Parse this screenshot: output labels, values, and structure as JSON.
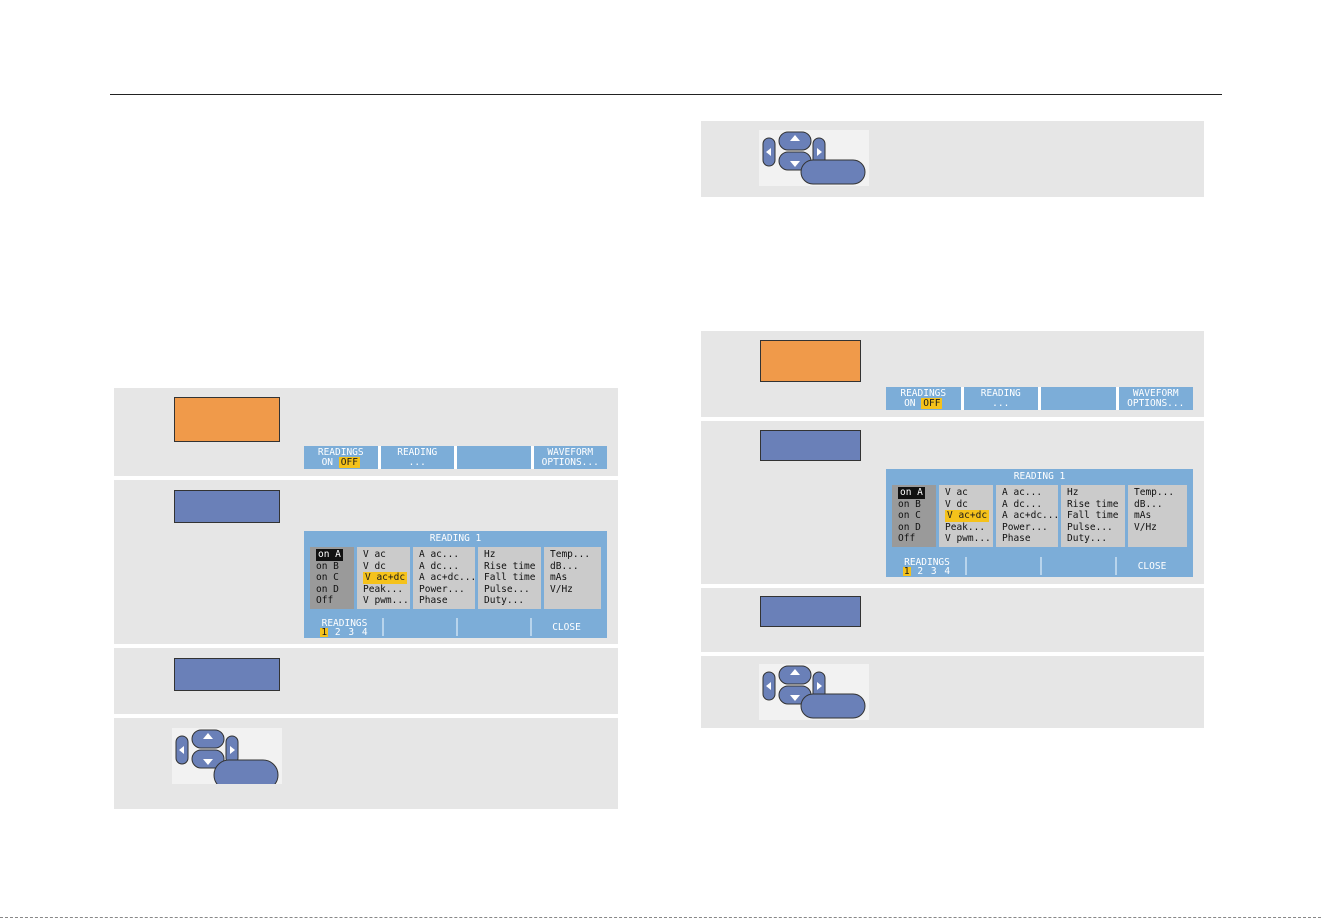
{
  "softkeys": {
    "readings_label": "READINGS",
    "on": "ON",
    "off": "OFF",
    "reading_label": "READING",
    "reading_dots": "...",
    "waveform_label": "WAVEFORM",
    "options_label": "OPTIONS..."
  },
  "reading_menu": {
    "title": "READING 1",
    "sources": [
      "on A",
      "on B",
      "on C",
      "on D",
      "Off"
    ],
    "voltage": [
      "V ac",
      "V dc",
      "V ac+dc",
      "Peak...",
      "V pwm..."
    ],
    "current": [
      "A ac...",
      "A dc...",
      "A ac+dc...",
      "Power...",
      "Phase"
    ],
    "timing": [
      "Hz",
      "Rise time",
      "Fall time",
      "Pulse...",
      "Duty..."
    ],
    "other": [
      "Temp...",
      "dB...",
      "mAs",
      "V/Hz"
    ],
    "readings_label": "READINGS",
    "reading_numbers": [
      "1",
      "2",
      "3",
      "4"
    ],
    "close_label": "CLOSE"
  },
  "colors": {
    "function_key_orange": "#f09a4a",
    "softkey_blue": "#6a80b8",
    "menu_blue": "#7cadd8",
    "highlight_yellow": "#f5c21b",
    "step_background": "#e6e6e6"
  },
  "icons": [
    "arrow-keypad-icon",
    "enter-key-icon"
  ]
}
